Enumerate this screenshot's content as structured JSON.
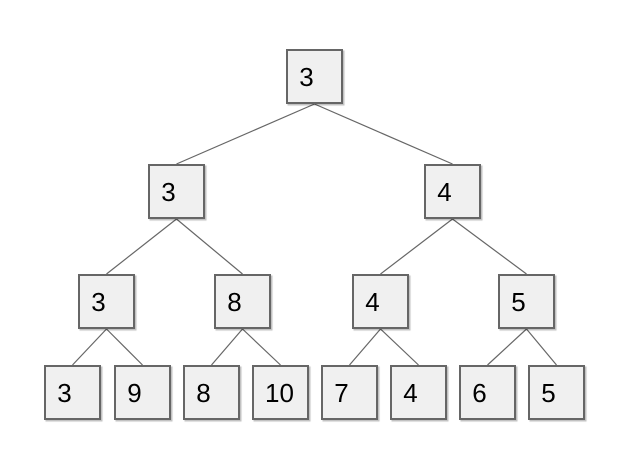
{
  "diagram": {
    "type": "binary-tree",
    "background": "#ffffff",
    "node_fill": "#f0f0f0",
    "node_stroke": "#666666",
    "edge_stroke": "#666666",
    "text_color": "#000000",
    "nodes": [
      {
        "id": "root",
        "level": 1,
        "label": "3"
      },
      {
        "id": "L",
        "level": 2,
        "label": "3"
      },
      {
        "id": "R",
        "level": 2,
        "label": "4"
      },
      {
        "id": "LL",
        "level": 3,
        "label": "3"
      },
      {
        "id": "LR",
        "level": 3,
        "label": "8"
      },
      {
        "id": "RL",
        "level": 3,
        "label": "4"
      },
      {
        "id": "RR",
        "level": 3,
        "label": "5"
      },
      {
        "id": "LLL",
        "level": 4,
        "label": "3"
      },
      {
        "id": "LLR",
        "level": 4,
        "label": "9"
      },
      {
        "id": "LRL",
        "level": 4,
        "label": "8"
      },
      {
        "id": "LRR",
        "level": 4,
        "label": "10"
      },
      {
        "id": "RLL",
        "level": 4,
        "label": "7"
      },
      {
        "id": "RLR",
        "level": 4,
        "label": "4"
      },
      {
        "id": "RRL",
        "level": 4,
        "label": "6"
      },
      {
        "id": "RRR",
        "level": 4,
        "label": "5"
      }
    ],
    "edges": [
      [
        "root",
        "L"
      ],
      [
        "root",
        "R"
      ],
      [
        "L",
        "LL"
      ],
      [
        "L",
        "LR"
      ],
      [
        "R",
        "RL"
      ],
      [
        "R",
        "RR"
      ],
      [
        "LL",
        "LLL"
      ],
      [
        "LL",
        "LLR"
      ],
      [
        "LR",
        "LRL"
      ],
      [
        "LR",
        "LRR"
      ],
      [
        "RL",
        "RLL"
      ],
      [
        "RL",
        "RLR"
      ],
      [
        "RR",
        "RRL"
      ],
      [
        "RR",
        "RRR"
      ]
    ]
  }
}
